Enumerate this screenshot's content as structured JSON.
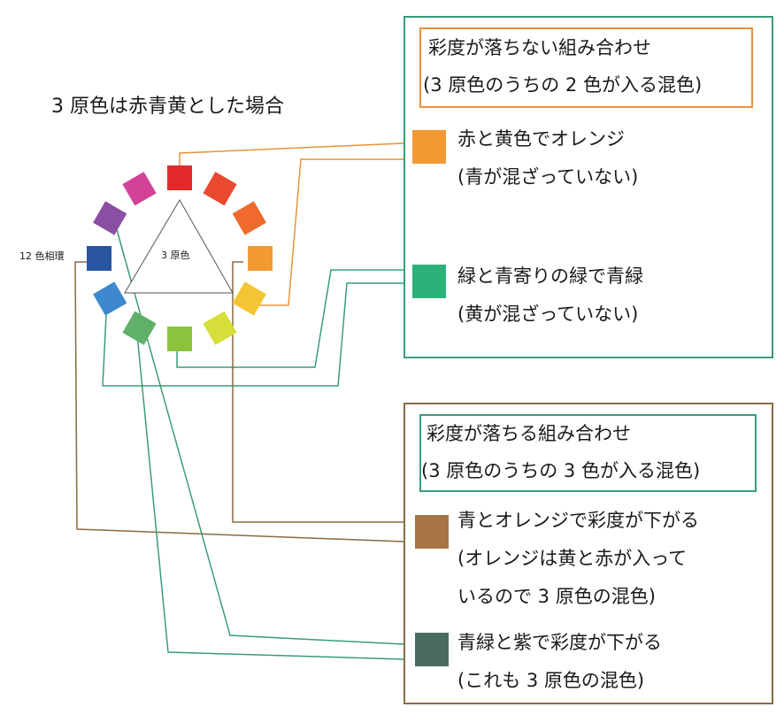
{
  "heading": "3 原色は赤青黄とした場合",
  "wheel_label": "12 色相環",
  "triangle_label": "3 原色",
  "colors": {
    "line_orange": "#e8923a",
    "line_green": "#3a9d74",
    "line_brown": "#8a6a44",
    "wheel": [
      "#e32a2a",
      "#e94a2f",
      "#ef6a2c",
      "#f29a32",
      "#f4c433",
      "#d6df3a",
      "#8cc33e",
      "#5fb16a",
      "#3e88cf",
      "#2a55a2",
      "#8a4ea3",
      "#d44298"
    ]
  },
  "saturation_kept": {
    "header_line1": "彩度が落ちない組み合わせ",
    "header_line2": "(3 原色のうちの 2 色が入る混色)",
    "items": [
      {
        "line1": "赤と黄色でオレンジ",
        "line2": "(青が混ざっていない)",
        "swatch_color": "#f29a32",
        "swatch_icon": "orange-swatch"
      },
      {
        "line1": "緑と青寄りの緑で青緑",
        "line2": "(黄が混ざっていない)",
        "swatch_color": "#2db17a",
        "swatch_icon": "blue-green-swatch"
      }
    ]
  },
  "saturation_lost": {
    "header_line1": "彩度が落ちる組み合わせ",
    "header_line2": "(3 原色のうちの 3 色が入る混色)",
    "items": [
      {
        "line1": "青とオレンジで彩度が下がる",
        "line2": "(オレンジは黄と赤が入って",
        "line3": "いるので 3 原色の混色)",
        "swatch_color": "#a77545",
        "swatch_icon": "brown-swatch"
      },
      {
        "line1": "青緑と紫で彩度が下がる",
        "line2": "(これも 3 原色の混色)",
        "swatch_color": "#4a6b62",
        "swatch_icon": "dark-teal-swatch"
      }
    ]
  }
}
